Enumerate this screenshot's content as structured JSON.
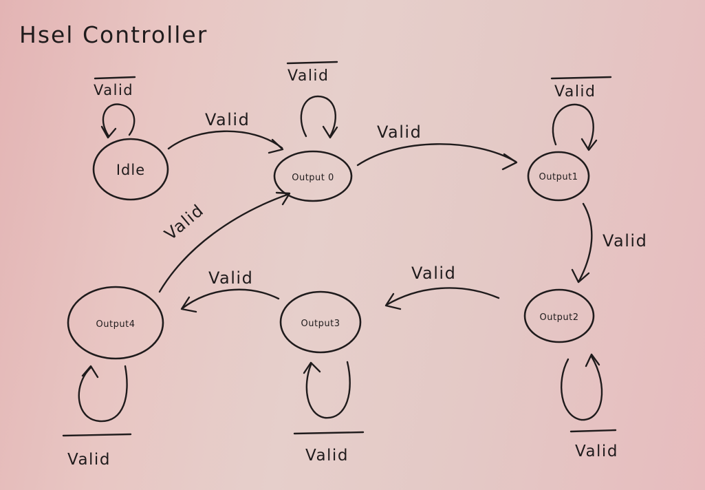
{
  "title": "Hsel Controller",
  "states": {
    "idle": "Idle",
    "output0": "Output 0",
    "output1": "Output1",
    "output2": "Output2",
    "output3": "Output3",
    "output4": "Output4"
  },
  "transitions": {
    "idle_to_output0": "Valid",
    "output0_to_output1": "Valid",
    "output1_to_output2": "Valid",
    "output2_to_output3": "Valid",
    "output3_to_output4": "Valid",
    "output4_to_output0": "Valid"
  },
  "self_loops": {
    "idle": "Valid",
    "output0": "Valid",
    "output1": "Valid",
    "output2": "Valid",
    "output3": "Valid",
    "output4": "Valid"
  },
  "colors": {
    "ink": "#1f1b1c",
    "paper": "#e6cbc8"
  }
}
